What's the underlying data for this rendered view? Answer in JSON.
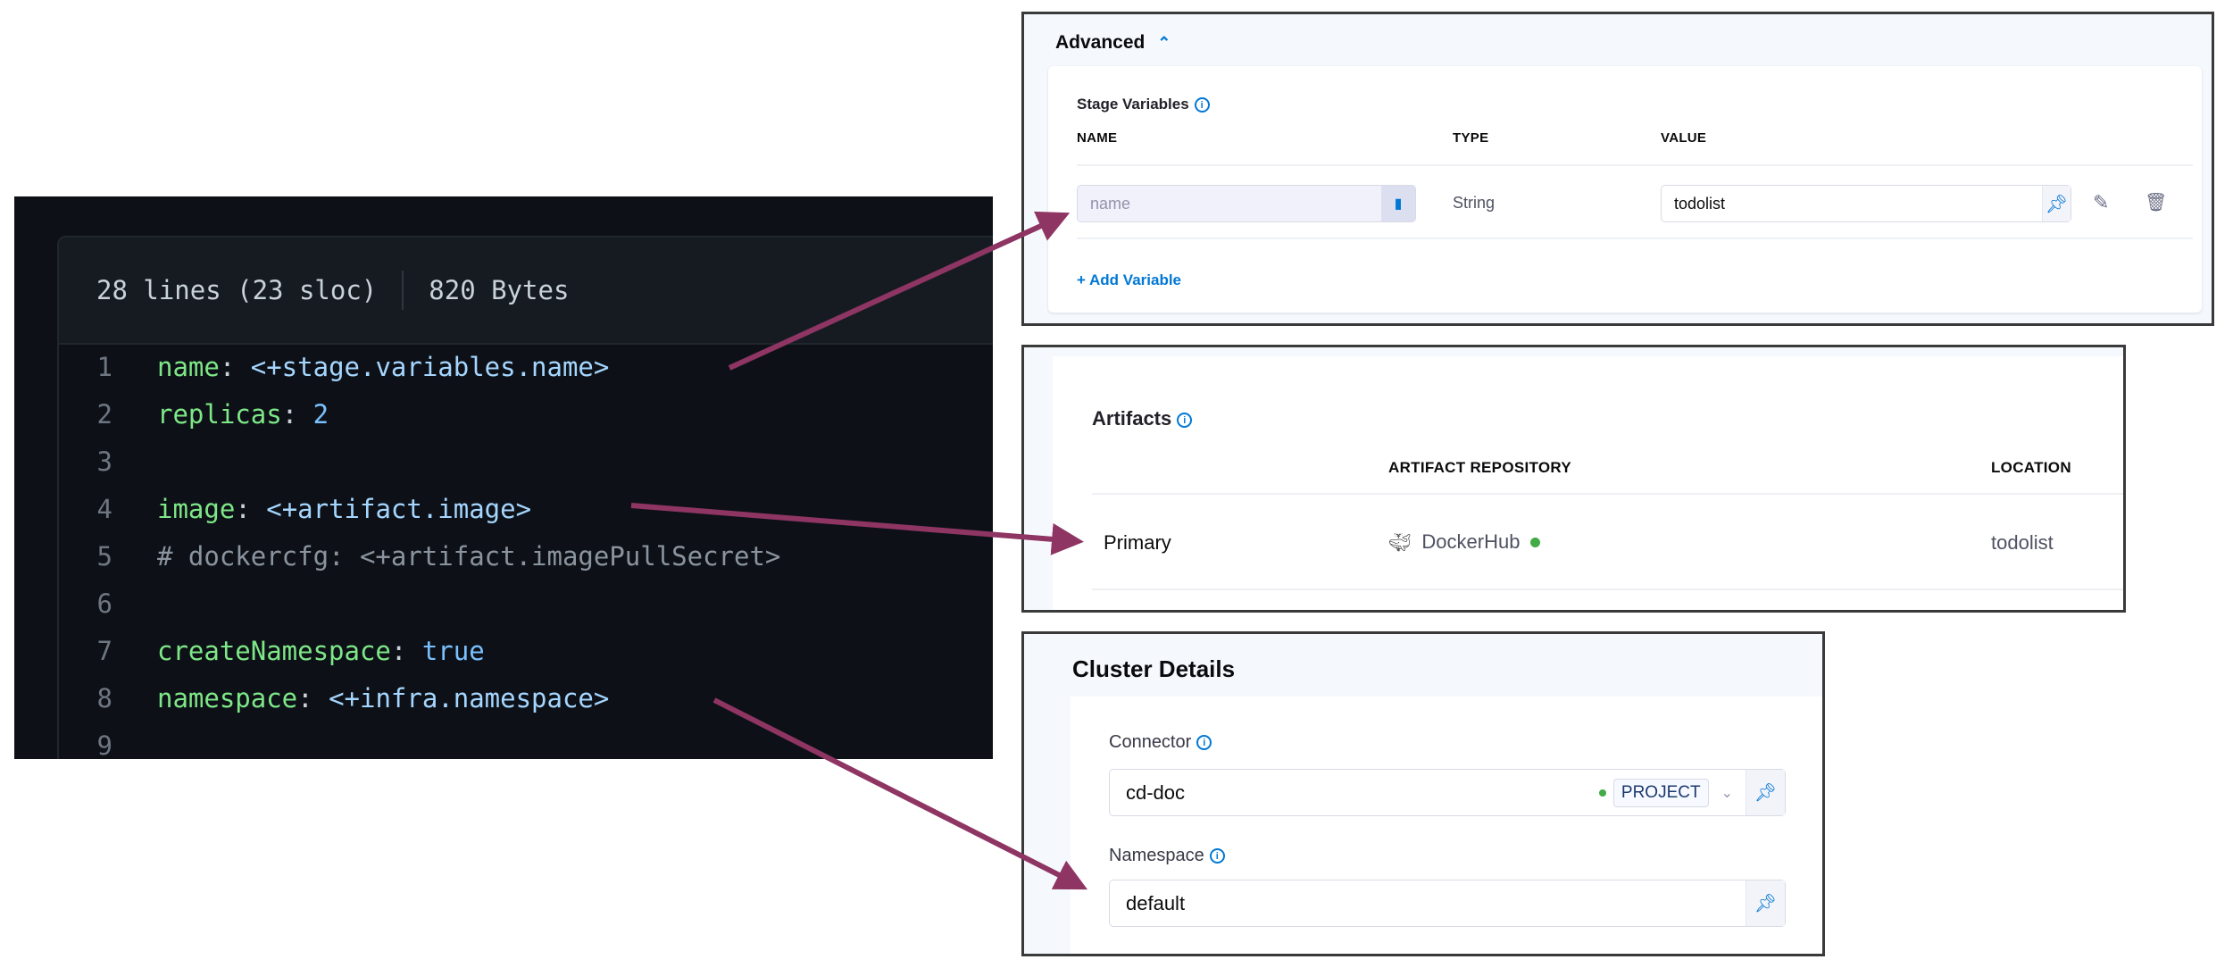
{
  "code_view": {
    "header": {
      "lines": "28 lines (23 sloc)",
      "size": "820 Bytes"
    },
    "lines": [
      {
        "n": "1",
        "key": "name",
        "sep": ": ",
        "val": "<+stage.variables.name>",
        "type": "expr"
      },
      {
        "n": "2",
        "key": "replicas",
        "sep": ": ",
        "val": "2",
        "type": "literal"
      },
      {
        "n": "3",
        "key": "",
        "sep": "",
        "val": "",
        "type": ""
      },
      {
        "n": "4",
        "key": "image",
        "sep": ": ",
        "val": "<+artifact.image>",
        "type": "expr"
      },
      {
        "n": "5",
        "comment": "# dockercfg: <+artifact.imagePullSecret>"
      },
      {
        "n": "6",
        "key": "",
        "sep": "",
        "val": "",
        "type": ""
      },
      {
        "n": "7",
        "key": "createNamespace",
        "sep": ": ",
        "val": "true",
        "type": "literal"
      },
      {
        "n": "8",
        "key": "namespace",
        "sep": ": ",
        "val": "<+infra.namespace>",
        "type": "expr"
      },
      {
        "n": "9",
        "key": "",
        "sep": "",
        "val": "",
        "type": ""
      }
    ]
  },
  "advanced": {
    "title": "Advanced",
    "section": "Stage Variables",
    "columns": {
      "name": "NAME",
      "type": "TYPE",
      "value": "VALUE"
    },
    "row": {
      "name_placeholder": "name",
      "type": "String",
      "value": "todolist"
    },
    "add_label": "+ Add Variable"
  },
  "artifacts": {
    "title": "Artifacts",
    "columns": {
      "repo": "ARTIFACT REPOSITORY",
      "location": "LOCATION"
    },
    "row": {
      "name": "Primary",
      "repo": "DockerHub",
      "location": "todolist",
      "status_color": "#42ab45"
    }
  },
  "cluster": {
    "title": "Cluster Details",
    "connector_label": "Connector",
    "connector_value": "cd-doc",
    "connector_scope": "PROJECT",
    "namespace_label": "Namespace",
    "namespace_value": "default"
  },
  "colors": {
    "arrow": "#8e3563",
    "accent": "#0278d5"
  }
}
